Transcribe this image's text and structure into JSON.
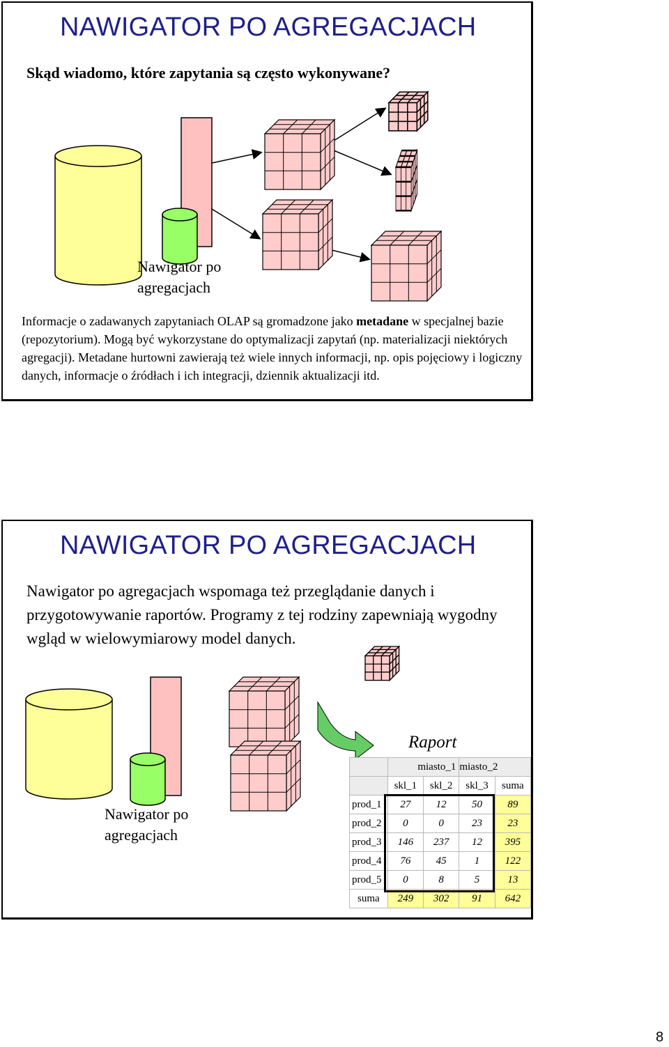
{
  "slide1": {
    "title": "NAWIGATOR PO AGREGACJACH",
    "subtitle": "Skąd wiadomo, które zapytania są często wykonywane?",
    "nav_label_line1": "Nawigator po",
    "nav_label_line2": "agregacjach",
    "body_part1": "Informacje o zadawanych zapytaniach OLAP są gromadzone jako ",
    "body_bold": "metadane",
    "body_part2": " w specjalnej bazie (repozytorium). Mogą być wykorzystane do optymalizacji zapytań (np. materializacji niektórych agregacji). Metadane hurtowni zawierają też wiele innych informacji, np. opis pojęciowy i logiczny danych, informacje o źródłach i ich integracji, dziennik aktualizacji itd."
  },
  "slide2": {
    "title": "NAWIGATOR PO AGREGACJACH",
    "body": "Nawigator po agregacjach wspomaga też przeglądanie danych i przygotowywanie raportów. Programy z tej rodziny zapewniają wygodny wgląd w wielowymiarowy model danych.",
    "nav_label_line1": "Nawigator po",
    "nav_label_line2": "agregacjach",
    "report_title": "Raport",
    "report": {
      "city_headers": [
        "miasto_1",
        "miasto_2"
      ],
      "col_headers": [
        "skl_1",
        "skl_2",
        "skl_3",
        "suma"
      ],
      "rows": [
        {
          "label": "prod_1",
          "values": [
            "27",
            "12",
            "50"
          ],
          "sum": "89"
        },
        {
          "label": "prod_2",
          "values": [
            "0",
            "0",
            "23"
          ],
          "sum": "23"
        },
        {
          "label": "prod_3",
          "values": [
            "146",
            "237",
            "12"
          ],
          "sum": "395"
        },
        {
          "label": "prod_4",
          "values": [
            "76",
            "45",
            "1"
          ],
          "sum": "122"
        },
        {
          "label": "prod_5",
          "values": [
            "0",
            "8",
            "5"
          ],
          "sum": "13"
        }
      ],
      "sum_label": "suma",
      "sum_row": [
        "249",
        "302",
        "91",
        "642"
      ]
    }
  },
  "page_number": "8",
  "colors": {
    "title_blue": "#1f1f8c",
    "cylinder_yellow": "#ffff99",
    "cylinder_green": "#99ff66",
    "cube_pink": "#ffcccc",
    "navigator_pink": "#ffc0c0",
    "report_yellow": "#ffff99"
  }
}
